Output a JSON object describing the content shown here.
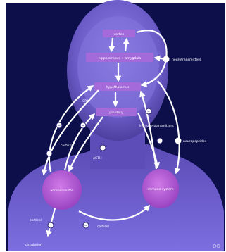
{
  "diagram": {
    "nodes": {
      "cortex": "cortex",
      "hippocampus_amygdala": "hippocampus + amygdala",
      "hypothalamus": "hypothalamus",
      "crh": "CRH",
      "pituitary": "pituitary",
      "adrenal_cortex": "adrenal cortex",
      "immune_system": "immune system"
    },
    "labels": {
      "neurotransmitters": "neurotransmitters",
      "cortisol_left": "cortisol",
      "acth": "ACTH",
      "immune_transmitters": "immune transmitters",
      "neuropeptides": "neuropeptides",
      "cortisol_bottom": "cortisol",
      "cortisol_low": "cortisol",
      "circulation": "circulation"
    },
    "watermark": "DO"
  },
  "colors": {
    "background": "#0c0f4a",
    "silhouette": "#6e5fc9",
    "node_fill": "#b25ad3",
    "arrow": "#ffffff"
  }
}
